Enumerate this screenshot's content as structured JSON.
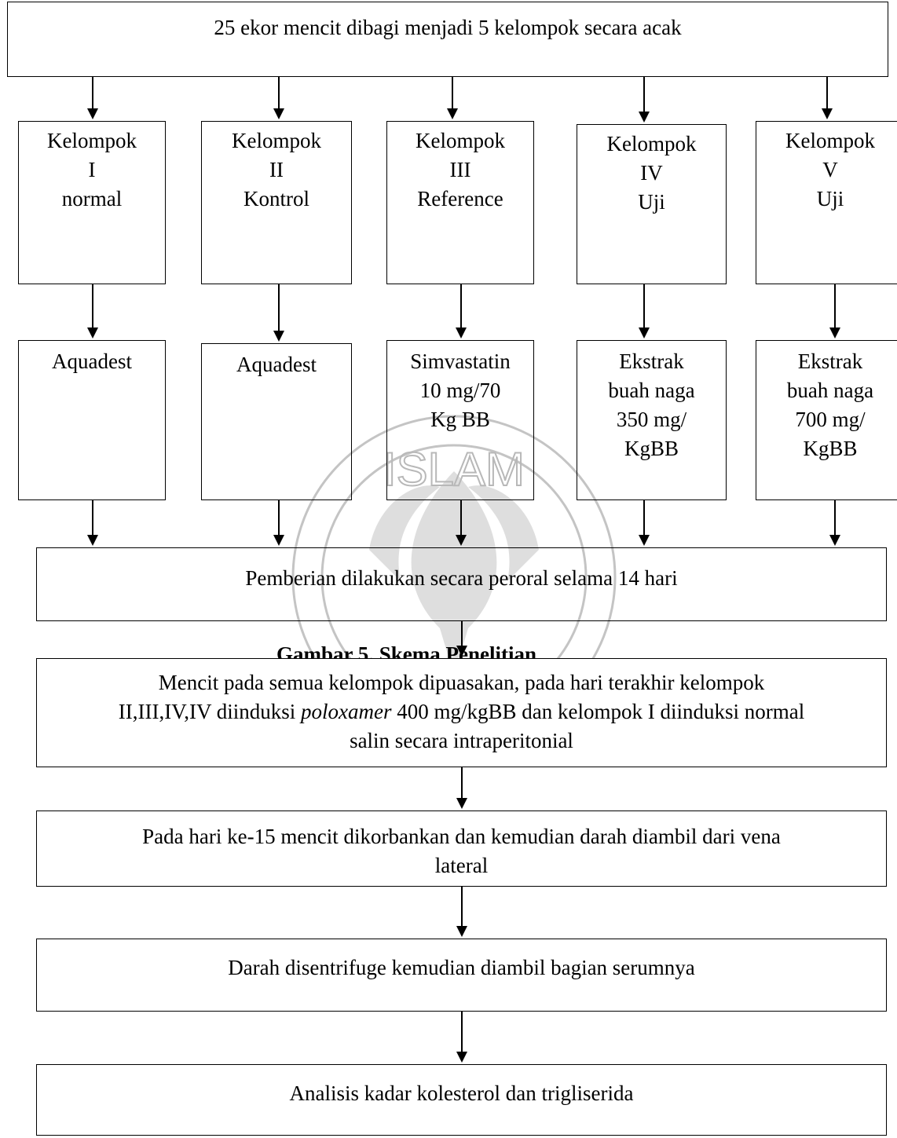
{
  "top": {
    "text": "25 ekor mencit dibagi menjadi 5 kelompok secara acak"
  },
  "groups": [
    {
      "line1": "Kelompok",
      "line2": "I",
      "line3": "normal"
    },
    {
      "line1": "Kelompok",
      "line2": "II",
      "line3": "Kontrol"
    },
    {
      "line1": "Kelompok",
      "line2": "III",
      "line3": "Reference"
    },
    {
      "line1": "Kelompok",
      "line2": "IV",
      "line3": "Uji"
    },
    {
      "line1": "Kelompok",
      "line2": "V",
      "line3": "Uji"
    }
  ],
  "treatments": [
    {
      "lines": [
        "Aquadest"
      ]
    },
    {
      "lines": [
        "Aquadest"
      ]
    },
    {
      "lines": [
        "Simvastatin",
        "10 mg/70",
        "Kg BB"
      ]
    },
    {
      "lines": [
        "Ekstrak",
        "buah naga",
        "350 mg/",
        "KgBB"
      ]
    },
    {
      "lines": [
        "Ekstrak",
        "buah naga",
        "700 mg/",
        "KgBB"
      ]
    }
  ],
  "steps": {
    "administration": "Pemberian dilakukan secara peroral selama 14 hari",
    "fasting": {
      "line1": "Mencit pada semua kelompok  dipuasakan, pada hari terakhir kelompok",
      "line2_pre": "II,III,IV,IV diinduksi ",
      "line2_italic": "poloxamer",
      "line2_post": " 400 mg/kgBB dan kelompok I diinduksi normal",
      "line3": "salin secara intraperitonial"
    },
    "sacrifice": {
      "line1": "Pada hari ke-15 mencit dikorbankan dan kemudian darah diambil dari vena",
      "line2": "lateral"
    },
    "centrifuge": "Darah  disentrifuge kemudian diambil bagian serumnya",
    "analysis": "Analisis kadar kolesterol dan trigliserida"
  },
  "caption": {
    "text": "Gambar 5. Skema Penelitian"
  },
  "watermark": {
    "text": "ISLAM",
    "color": "#b8b8b8"
  }
}
